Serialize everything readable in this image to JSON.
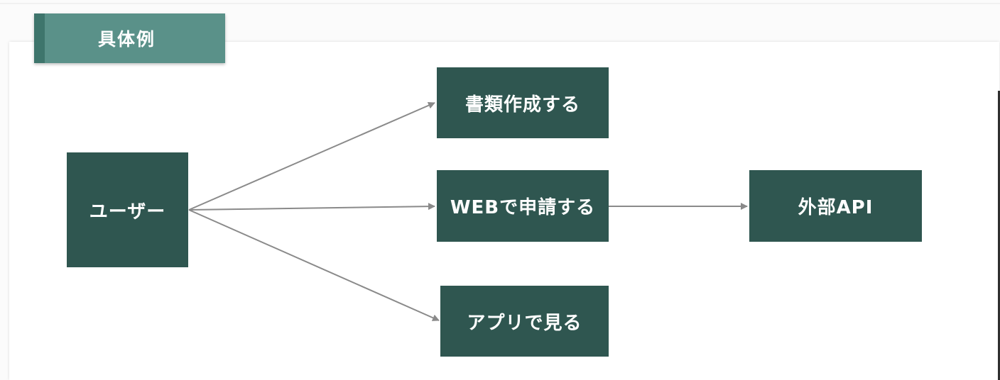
{
  "title": "具体例",
  "nodes": {
    "user": "ユーザー",
    "documents": "書類作成する",
    "web": "WEBで申請する",
    "app": "アプリで見る",
    "api": "外部API"
  },
  "colors": {
    "node_fill": "#2f5650",
    "title_fill": "#5a9189",
    "title_accent": "#3e756c",
    "arrow": "#8a8a8a"
  }
}
